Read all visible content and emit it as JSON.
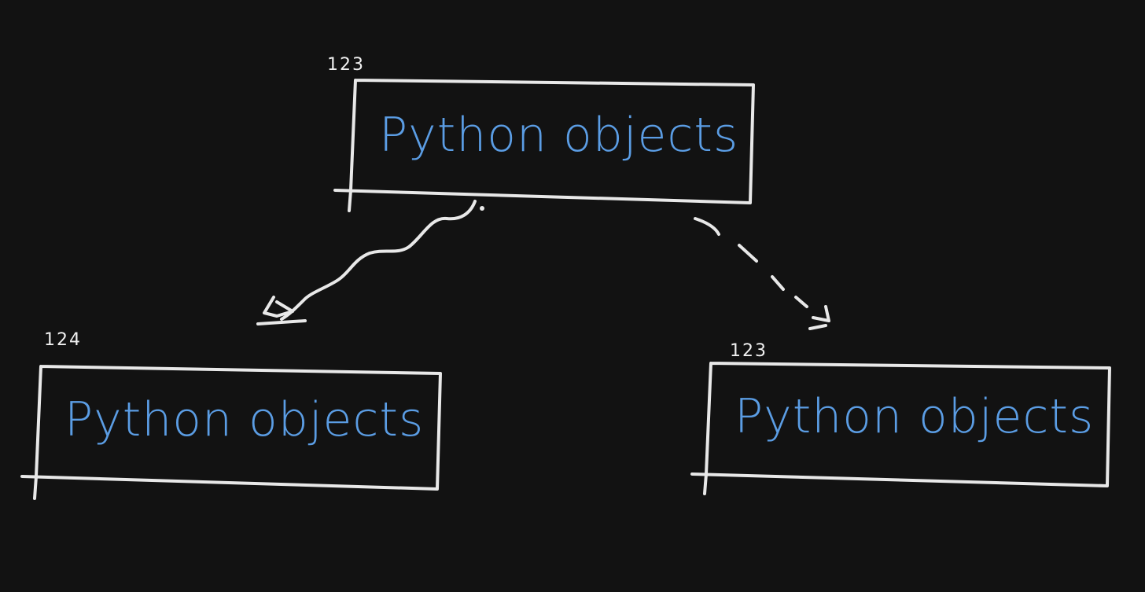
{
  "colors": {
    "background": "#121212",
    "stroke": "#e8e8e8",
    "label_text": "#5b9de4"
  },
  "nodes": [
    {
      "id": "top",
      "number": "123",
      "label": "Python objects"
    },
    {
      "id": "bottom-left",
      "number": "124",
      "label": "Python objects"
    },
    {
      "id": "bottom-right",
      "number": "123",
      "label": "Python objects"
    }
  ],
  "edges": [
    {
      "from": "top",
      "to": "bottom-left",
      "style": "wavy-solid"
    },
    {
      "from": "top",
      "to": "bottom-right",
      "style": "dashed"
    }
  ]
}
